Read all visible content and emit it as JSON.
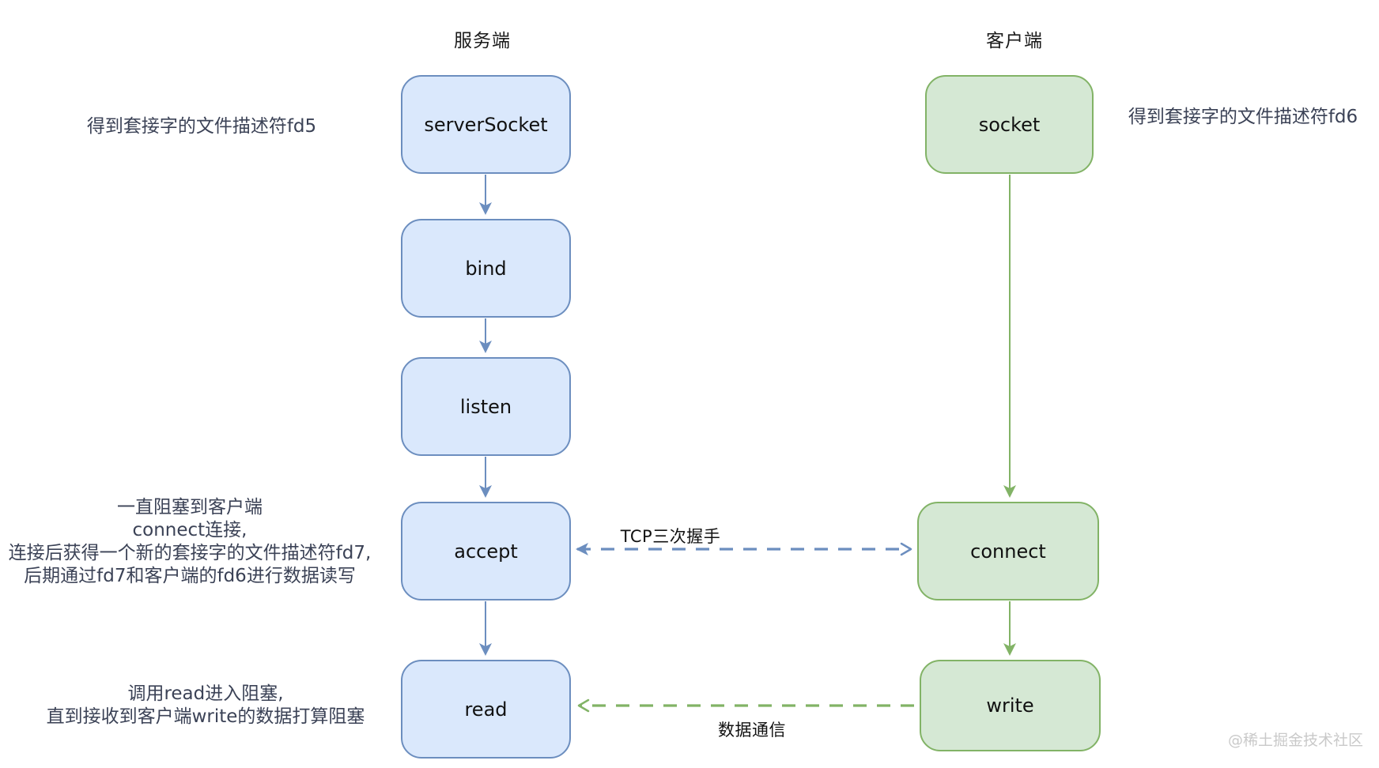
{
  "server": {
    "header": "服务端",
    "nodes": [
      {
        "label": "serverSocket"
      },
      {
        "label": "bind"
      },
      {
        "label": "listen"
      },
      {
        "label": "accept"
      },
      {
        "label": "read"
      }
    ]
  },
  "client": {
    "header": "客户端",
    "nodes": [
      {
        "label": "socket"
      },
      {
        "label": "connect"
      },
      {
        "label": "write"
      }
    ]
  },
  "labels": {
    "tcp_handshake": "TCP三次握手",
    "data_comm": "数据通信"
  },
  "annotations": {
    "fd5": "得到套接字的文件描述符fd5",
    "fd6": "得到套接字的文件描述符fd6",
    "accept_note": [
      "一直阻塞到客户端",
      "connect连接,",
      "连接后获得一个新的套接字的文件描述符fd7,",
      "后期通过fd7和客户端的fd6进行数据读写"
    ],
    "read_note": [
      "调用read进入阻塞,",
      "直到接收到客户端write的数据打算阻塞"
    ]
  },
  "watermark": "@稀土掘金技术社区",
  "colors": {
    "server_node_fill": "#dae8fc",
    "server_node_border": "#6c8ebf",
    "client_node_fill": "#d5e8d4",
    "client_node_border": "#82b366",
    "blue_arrow": "#6c8ebf",
    "green_arrow": "#82b366",
    "annotation_text": "#3b4256",
    "watermark_text": "#c9c9c9"
  }
}
